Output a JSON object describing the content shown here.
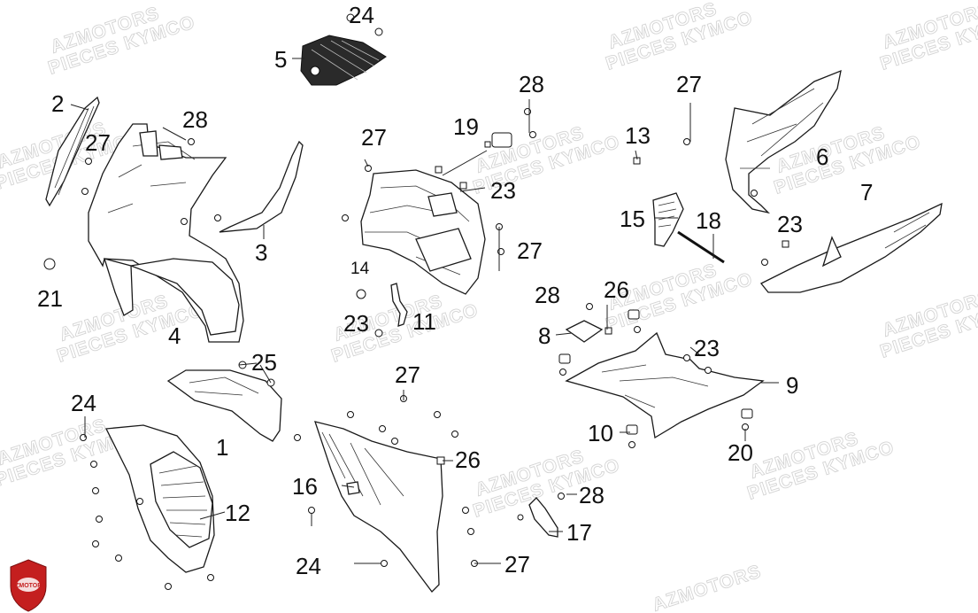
{
  "watermark": {
    "line1": "AZMOTORS",
    "line2": "PIECES KYMCO"
  },
  "logo": {
    "text": "AZMOTORS",
    "icon": "shield-logo-icon",
    "color": "#c41f1f"
  },
  "callouts": [
    {
      "id": "c24a",
      "text": "24"
    },
    {
      "id": "c5",
      "text": "5"
    },
    {
      "id": "c2",
      "text": "2"
    },
    {
      "id": "c28a",
      "text": "28"
    },
    {
      "id": "c27a",
      "text": "27"
    },
    {
      "id": "c3",
      "text": "3"
    },
    {
      "id": "c21",
      "text": "21"
    },
    {
      "id": "c4",
      "text": "4"
    },
    {
      "id": "c27b",
      "text": "27"
    },
    {
      "id": "c19",
      "text": "19"
    },
    {
      "id": "c28b",
      "text": "28"
    },
    {
      "id": "c23a",
      "text": "23"
    },
    {
      "id": "c27c",
      "text": "27"
    },
    {
      "id": "c14",
      "text": "14"
    },
    {
      "id": "c23b",
      "text": "23"
    },
    {
      "id": "c11",
      "text": "11"
    },
    {
      "id": "c27d",
      "text": "27"
    },
    {
      "id": "c13",
      "text": "13"
    },
    {
      "id": "c6",
      "text": "6"
    },
    {
      "id": "c7",
      "text": "7"
    },
    {
      "id": "c15",
      "text": "15"
    },
    {
      "id": "c18",
      "text": "18"
    },
    {
      "id": "c23c",
      "text": "23"
    },
    {
      "id": "c28c",
      "text": "28"
    },
    {
      "id": "c26a",
      "text": "26"
    },
    {
      "id": "c8",
      "text": "8"
    },
    {
      "id": "c23d",
      "text": "23"
    },
    {
      "id": "c9",
      "text": "9"
    },
    {
      "id": "c25",
      "text": "25"
    },
    {
      "id": "c24b",
      "text": "24"
    },
    {
      "id": "c1",
      "text": "1"
    },
    {
      "id": "c12",
      "text": "12"
    },
    {
      "id": "c27e",
      "text": "27"
    },
    {
      "id": "c26b",
      "text": "26"
    },
    {
      "id": "c16",
      "text": "16"
    },
    {
      "id": "c24c",
      "text": "24"
    },
    {
      "id": "c28d",
      "text": "28"
    },
    {
      "id": "c17",
      "text": "17"
    },
    {
      "id": "c27f",
      "text": "27"
    },
    {
      "id": "c10",
      "text": "10"
    },
    {
      "id": "c20",
      "text": "20"
    }
  ]
}
